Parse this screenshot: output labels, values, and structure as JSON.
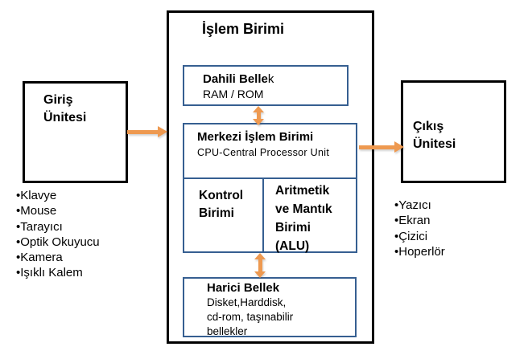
{
  "colors": {
    "accent_blue": "#365F91",
    "arrow_orange": "#EE9950",
    "border_black": "#000000"
  },
  "processing_unit": {
    "title": "İşlem Birimi",
    "internal_memory": {
      "title_bold": "Dahili Belle",
      "title_tail": "k",
      "subtitle": "RAM / ROM"
    },
    "cpu": {
      "title": "Merkezi İşlem Birimi",
      "subtitle": "CPU-Central Processor Unit",
      "control_unit": {
        "line1": "Kontrol",
        "line2": "Birimi"
      },
      "alu": {
        "line1": "Aritmetik",
        "line2": "ve Mantık",
        "line3": "Birimi",
        "line4": "(ALU)"
      }
    },
    "external_memory": {
      "title": "Harici Bellek",
      "line1": "Disket,Harddisk,",
      "line2": "cd-rom, taşınabilir",
      "line3": "bellekler"
    }
  },
  "input_unit": {
    "title_line1": "Giriş",
    "title_line2": "Ünitesi",
    "items": [
      "Klavye",
      "Mouse",
      "Tarayıcı",
      "Optik Okuyucu",
      "Kamera",
      "Işıklı Kalem"
    ]
  },
  "output_unit": {
    "title_line1": "Çıkış",
    "title_line2": "Ünitesi",
    "items": [
      "Yazıcı",
      "Ekran",
      "Çizici",
      "Hoperlör"
    ]
  }
}
